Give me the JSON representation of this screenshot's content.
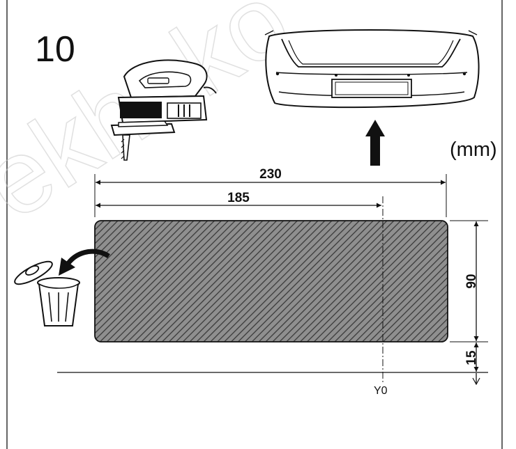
{
  "step_number": "10",
  "unit_label": "(mm)",
  "dimensions": {
    "total_width": "230",
    "cut_width": "185",
    "height": "90",
    "offset": "15"
  },
  "reference_line_label": "Y0",
  "watermark": "ekhako",
  "icons": {
    "tool": "jigsaw-icon",
    "vehicle_part": "rear-bumper-icon",
    "direction": "arrow-up-icon",
    "discard": "trash-can-icon",
    "discard_arrow": "curved-arrow-icon"
  },
  "colors": {
    "line": "#111111",
    "hatch_fill": "#6a6a6a",
    "frame": "#333333"
  }
}
